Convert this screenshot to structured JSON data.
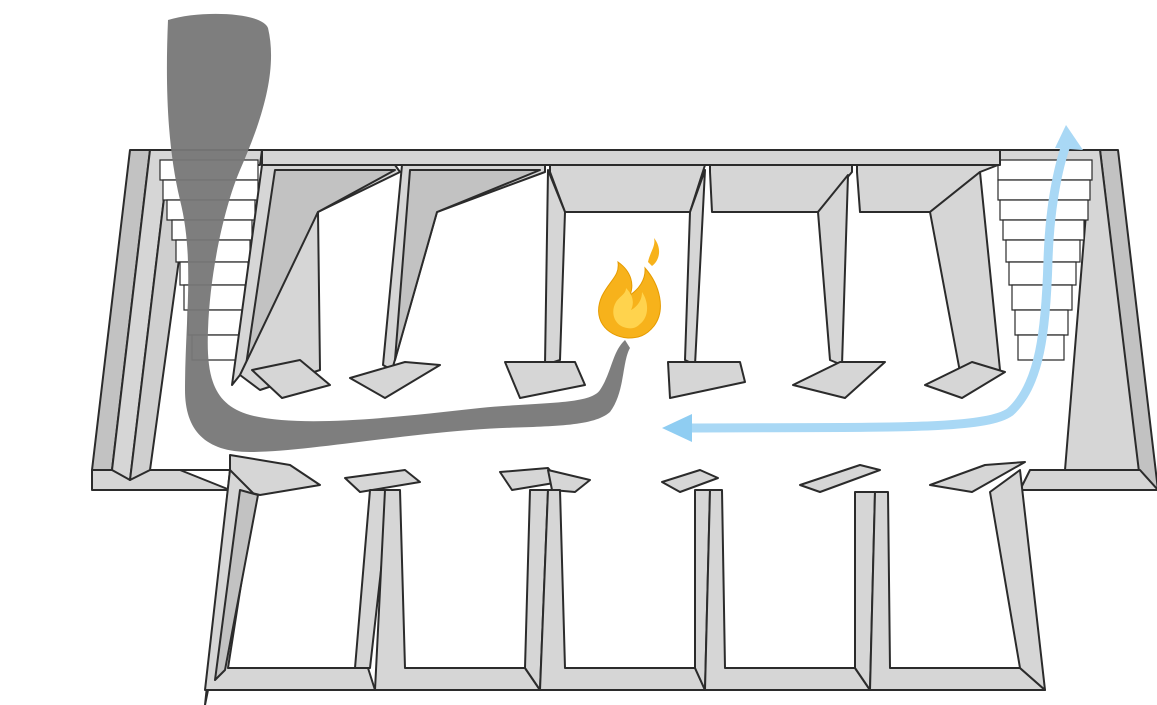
{
  "diagram": {
    "description_labels": [],
    "colors": {
      "wall_face": "#d6d6d6",
      "wall_side": "#c2c2c2",
      "outline": "#2b2b2b",
      "smoke": "#777777",
      "fresh_air": "#a9d8f5",
      "fresh_air_arrow": "#8fcdf2",
      "fire_outer": "#f7b21b",
      "fire_inner": "#ffd34d"
    },
    "icons": {
      "fire": "fire-icon",
      "smoke": "smoke-plume",
      "air": "fresh-air-arrow",
      "stairs": "stairs-icon"
    },
    "room_count_top": 5,
    "room_count_bottom": 5,
    "stairwells": 2
  }
}
